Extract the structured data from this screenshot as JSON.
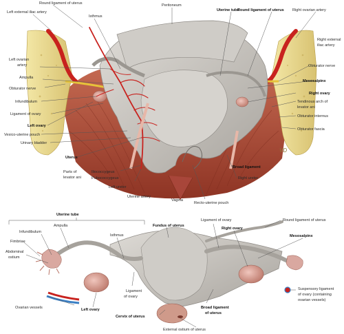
{
  "colors": {
    "muscle": "#b5543f",
    "muscle_dark": "#8c3526",
    "uterus": "#c7c4bf",
    "peritoneum": "#bdbab5",
    "bone": "#e8d98c",
    "artery": "#c8221e",
    "vein": "#3b7fc4",
    "ovary": "#d9a8a0"
  },
  "top": {
    "labels": {
      "round_ligament_top": "Round ligament of uterus",
      "left_ext_iliac": "Left external iliac artery",
      "isthmus": "Isthmus",
      "peritoneum": "Peritoneum",
      "uterine_tube": "Uterine tube",
      "round_ligament_right": "Round ligament of uterus",
      "right_ovarian_artery": "Right ovarian artery",
      "left_ovarian_1": "Left ovarian",
      "left_ovarian_2": "artery",
      "right_ext_iliac_1": "Right external",
      "right_ext_iliac_2": "iliac artery",
      "ampulla": "Ampulla",
      "obturator_nerve_left": "Obturator nerve",
      "obturator_nerve_right": "Obturator nerve",
      "mesosalpinx": "Mesosalpinx",
      "infundibulum": "Infundibulum",
      "right_ovary": "Right ovary",
      "ligament_of_ovary": "Ligament of ovary",
      "tendinous_1": "Tendinous arch of",
      "tendinous_2": "levator ani",
      "left_ovary": "Left ovary",
      "obturator_internus": "Obturator internus",
      "vesico_uterine": "Vesico-uterine pouch",
      "urinary_bladder": "Urinary bladder",
      "obturator_fascia": "Obturator fascia",
      "uterus": "Uterus",
      "parts_levator_1": "Parts of",
      "parts_levator_2": "levator ani",
      "iliococcygeus": "Iliococcygeus",
      "pubococcygeus": "Pubococcygeus",
      "broad_ligament": "Broad ligament",
      "right_ureter": "Right ureter",
      "left_ureter": "Left ureter",
      "uterine_artery": "Uterine artery",
      "vagina": "Vagina",
      "recto_uterine": "Recto-uterine pouch",
      "watermark": "VD"
    }
  },
  "bottom": {
    "labels": {
      "uterine_tube": "Uterine tube",
      "ligament_of_ovary": "Ligament of ovary",
      "round_ligament": "Round ligament of uterus",
      "ampulla": "Ampulla",
      "infundibulum": "Infundibulum",
      "fundus": "Fundus of uterus",
      "right_ovary": "Right ovary",
      "isthmus": "Isthmus",
      "fimbriae": "Fimbriae",
      "mesosalpinx": "Mesosalpinx",
      "abdominal_1": "Abdominal",
      "abdominal_2": "ostium",
      "ligament_ovary_low_1": "Ligament",
      "ligament_ovary_low_2": "of ovary",
      "suspensory_1": "Suspensory ligament",
      "suspensory_2": "of ovary (containing",
      "suspensory_3": "ovarian vessels)",
      "ovarian_vessels": "Ovarian vessels",
      "left_ovary": "Left ovary",
      "cervix": "Cervix of uterus",
      "broad_1": "Broad ligament",
      "broad_2": "of uterus",
      "external_ostium": "External ostium of uterus"
    }
  }
}
